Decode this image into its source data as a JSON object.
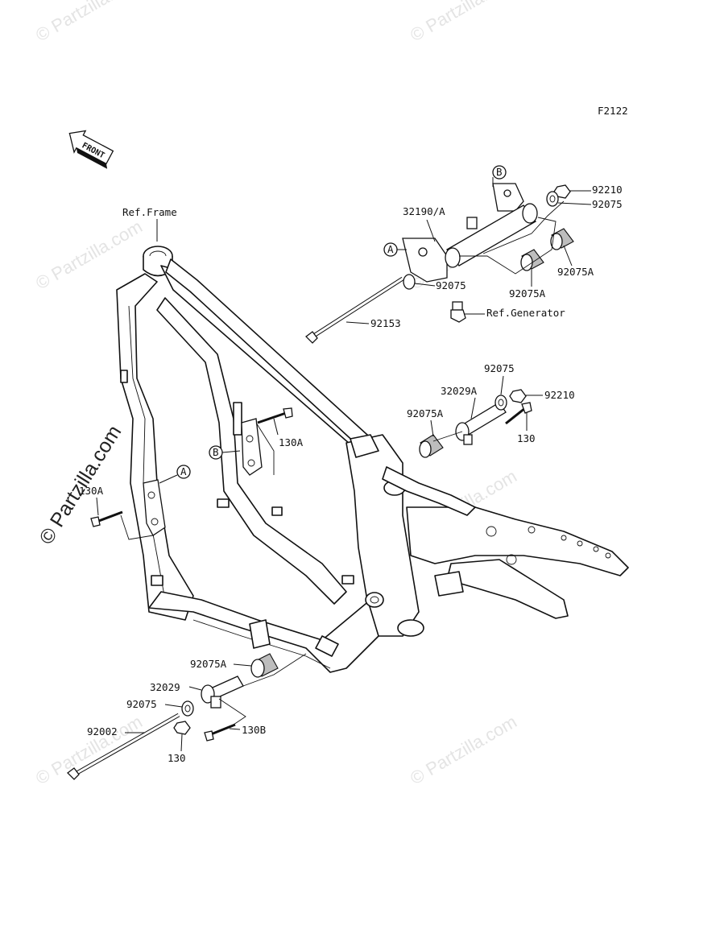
{
  "figure_code": "F2122",
  "front_label": "FRONT",
  "watermark": "© Partzilla.com",
  "parts": [
    {
      "id": "ref-frame",
      "label": "Ref.Frame"
    },
    {
      "id": "ref-generator",
      "label": "Ref.Generator"
    },
    {
      "id": "p32190",
      "label": "32190/A"
    },
    {
      "id": "p92210-top",
      "label": "92210"
    },
    {
      "id": "p92075-top",
      "label": "92075"
    },
    {
      "id": "p92075A-top-right",
      "label": "92075A"
    },
    {
      "id": "p92075A-top-mid",
      "label": "92075A"
    },
    {
      "id": "p92075-mid-top",
      "label": "92075"
    },
    {
      "id": "p92153",
      "label": "92153"
    },
    {
      "id": "p92075-right",
      "label": "92075"
    },
    {
      "id": "p32029A",
      "label": "32029A"
    },
    {
      "id": "p92210-right",
      "label": "92210"
    },
    {
      "id": "p92075A-right",
      "label": "92075A"
    },
    {
      "id": "p130-right",
      "label": "130"
    },
    {
      "id": "p130A-upper",
      "label": "130A"
    },
    {
      "id": "p130A-left",
      "label": "130A"
    },
    {
      "id": "p92075A-bottom",
      "label": "92075A"
    },
    {
      "id": "p32029",
      "label": "32029"
    },
    {
      "id": "p92075-bottom",
      "label": "92075"
    },
    {
      "id": "p92002",
      "label": "92002"
    },
    {
      "id": "p130B",
      "label": "130B"
    },
    {
      "id": "p130-bottom",
      "label": "130"
    }
  ],
  "callouts": {
    "a_top": "A",
    "b_top": "B",
    "a_frame": "A",
    "b_frame": "B"
  }
}
